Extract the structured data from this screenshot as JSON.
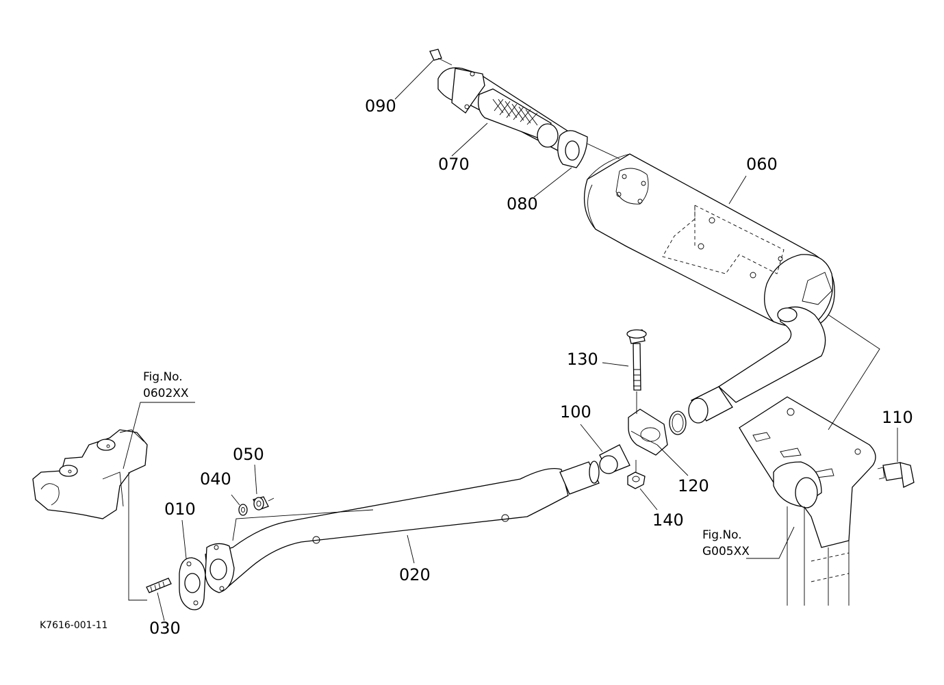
{
  "callouts": {
    "p010": "010",
    "p020": "020",
    "p030": "030",
    "p040": "040",
    "p050": "050",
    "p060": "060",
    "p070": "070",
    "p080": "080",
    "p090": "090",
    "p100": "100",
    "p110": "110",
    "p120": "120",
    "p130": "130",
    "p140": "140"
  },
  "figure_refs": {
    "manifold": {
      "line1": "Fig.No.",
      "line2": "0602XX"
    },
    "bracket": {
      "line1": "Fig.No.",
      "line2": "G005XX"
    }
  },
  "drawing_code": "K7616-001-11"
}
